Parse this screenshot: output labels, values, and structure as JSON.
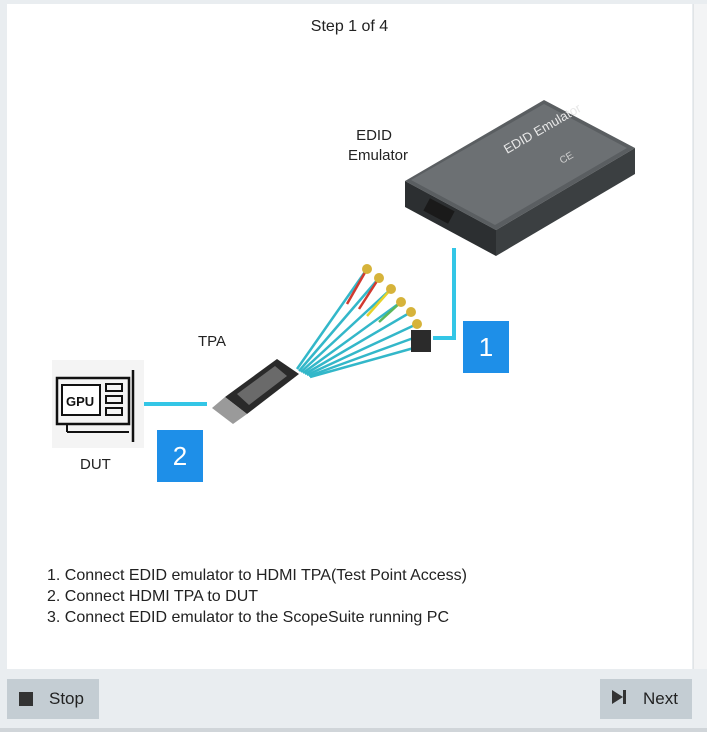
{
  "wizard": {
    "step_title": "Step 1 of 4"
  },
  "diagram": {
    "emulator_label_line1": "EDID",
    "emulator_label_line2": "Emulator",
    "emulator_case_text": "EDID Emulator",
    "tpa_label": "TPA",
    "dut_label": "DUT",
    "gpu_text": "GPU",
    "badge_1": "1",
    "badge_2": "2",
    "cable_color": "#33c6e6",
    "badge_color": "#1e8fe8"
  },
  "instructions": [
    "1. Connect EDID emulator to HDMI TPA(Test Point Access)",
    "2. Connect HDMI TPA to DUT",
    "3. Connect EDID emulator to the ScopeSuite running PC"
  ],
  "buttons": {
    "stop_label": "Stop",
    "next_label": "Next"
  }
}
